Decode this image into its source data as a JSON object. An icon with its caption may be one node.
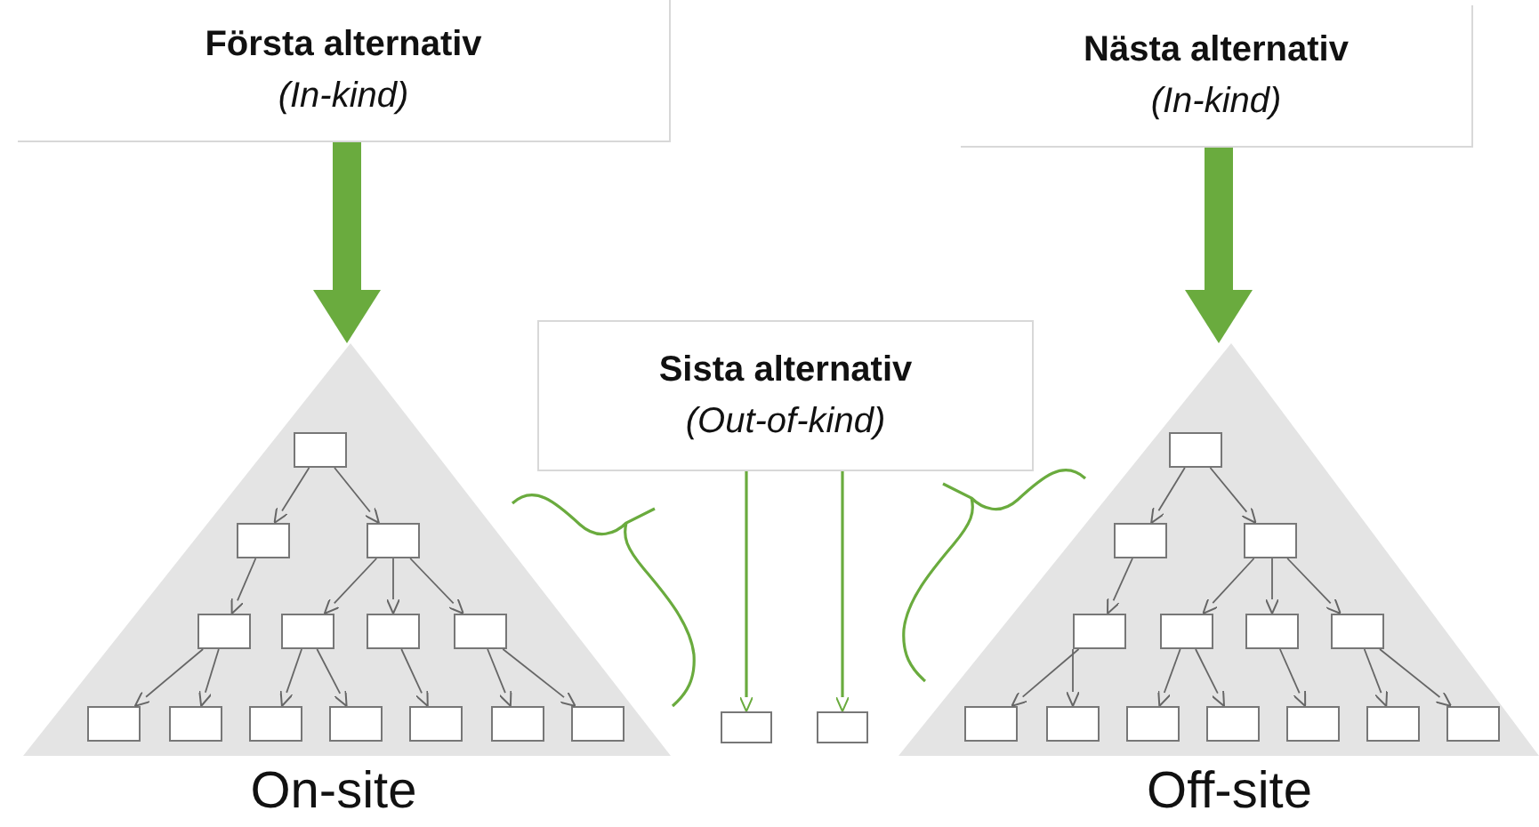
{
  "diagram": {
    "nodes": [
      {
        "text": [
          "Första alternativ",
          "(In-kind)"
        ]
      },
      {
        "text": [
          "Nästa alternativ",
          "(In-kind)"
        ]
      },
      {
        "text": [
          "Sista alternativ",
          "(Out-of-kind)"
        ]
      },
      {
        "text": [
          "On-site"
        ]
      },
      {
        "text": [],
        "shape": "box",
        "in": 3
      },
      {
        "text": [],
        "shape": "box",
        "in": 3
      },
      {
        "text": [],
        "shape": "box",
        "in": 3
      },
      {
        "text": [],
        "shape": "box",
        "in": 3
      },
      {
        "text": [],
        "shape": "box",
        "in": 3
      },
      {
        "text": [],
        "shape": "box",
        "in": 3
      },
      {
        "text": [],
        "shape": "box",
        "in": 3
      },
      {
        "text": [],
        "shape": "box",
        "in": 3
      },
      {
        "text": [],
        "shape": "box",
        "in": 3
      },
      {
        "text": [],
        "shape": "box",
        "in": 3
      },
      {
        "text": [],
        "shape": "box",
        "in": 3
      },
      {
        "text": [],
        "shape": "box",
        "in": 3
      },
      {
        "text": [],
        "shape": "box",
        "in": 3
      },
      {
        "text": [],
        "shape": "box",
        "in": 3
      },
      {
        "text": [],
        "shape": "box"
      },
      {
        "text": [],
        "shape": "box"
      },
      {
        "text": [
          "Off-site"
        ]
      },
      {
        "text": [],
        "shape": "box",
        "in": 20
      },
      {
        "text": [],
        "shape": "box",
        "in": 20
      },
      {
        "text": [],
        "shape": "box",
        "in": 20
      },
      {
        "text": [],
        "shape": "box",
        "in": 20
      },
      {
        "text": [],
        "shape": "box",
        "in": 20
      },
      {
        "text": [],
        "shape": "box",
        "in": 20
      },
      {
        "text": [],
        "shape": "box",
        "in": 20
      },
      {
        "text": [],
        "shape": "box",
        "in": 20
      },
      {
        "text": [],
        "shape": "box",
        "in": 20
      },
      {
        "text": [],
        "shape": "box",
        "in": 20
      },
      {
        "text": [],
        "shape": "box",
        "in": 20
      },
      {
        "text": [],
        "shape": "box",
        "in": 20
      },
      {
        "text": [],
        "shape": "box",
        "in": 20
      },
      {
        "text": [],
        "shape": "box",
        "in": 20
      }
    ],
    "edges": [
      {
        "from": 0,
        "to": 3,
        "arrow": "to",
        "style": "thick",
        "color": "#6aab3e"
      },
      {
        "from": 1,
        "to": 20,
        "arrow": "to",
        "style": "thick",
        "color": "#6aab3e"
      },
      {
        "from": 2,
        "to": 18,
        "arrow": "to",
        "color": "#6aab3e"
      },
      {
        "from": 2,
        "to": 19,
        "arrow": "to",
        "color": "#6aab3e"
      },
      {
        "from": 4,
        "to": 5,
        "arrow": "to"
      },
      {
        "from": 4,
        "to": 6,
        "arrow": "to"
      },
      {
        "from": 5,
        "to": 7,
        "arrow": "to"
      },
      {
        "from": 6,
        "to": 8,
        "arrow": "to"
      },
      {
        "from": 6,
        "to": 9,
        "arrow": "to"
      },
      {
        "from": 6,
        "to": 10,
        "arrow": "to"
      },
      {
        "from": 7,
        "to": 11,
        "arrow": "to"
      },
      {
        "from": 7,
        "to": 12,
        "arrow": "to"
      },
      {
        "from": 8,
        "to": 13,
        "arrow": "to"
      },
      {
        "from": 8,
        "to": 14,
        "arrow": "to"
      },
      {
        "from": 9,
        "to": 15,
        "arrow": "to"
      },
      {
        "from": 10,
        "to": 16,
        "arrow": "to"
      },
      {
        "from": 10,
        "to": 17,
        "arrow": "to"
      },
      {
        "from": 21,
        "to": 22,
        "arrow": "to"
      },
      {
        "from": 21,
        "to": 23,
        "arrow": "to"
      },
      {
        "from": 22,
        "to": 24,
        "arrow": "to"
      },
      {
        "from": 23,
        "to": 25,
        "arrow": "to"
      },
      {
        "from": 23,
        "to": 26,
        "arrow": "to"
      },
      {
        "from": 23,
        "to": 27,
        "arrow": "to"
      },
      {
        "from": 24,
        "to": 28,
        "arrow": "to"
      },
      {
        "from": 24,
        "to": 29,
        "arrow": "to"
      },
      {
        "from": 25,
        "to": 30,
        "arrow": "to"
      },
      {
        "from": 25,
        "to": 31,
        "arrow": "to"
      },
      {
        "from": 26,
        "to": 32,
        "arrow": "to"
      },
      {
        "from": 27,
        "to": 33,
        "arrow": "to"
      },
      {
        "from": 27,
        "to": 34,
        "arrow": "to"
      }
    ]
  }
}
